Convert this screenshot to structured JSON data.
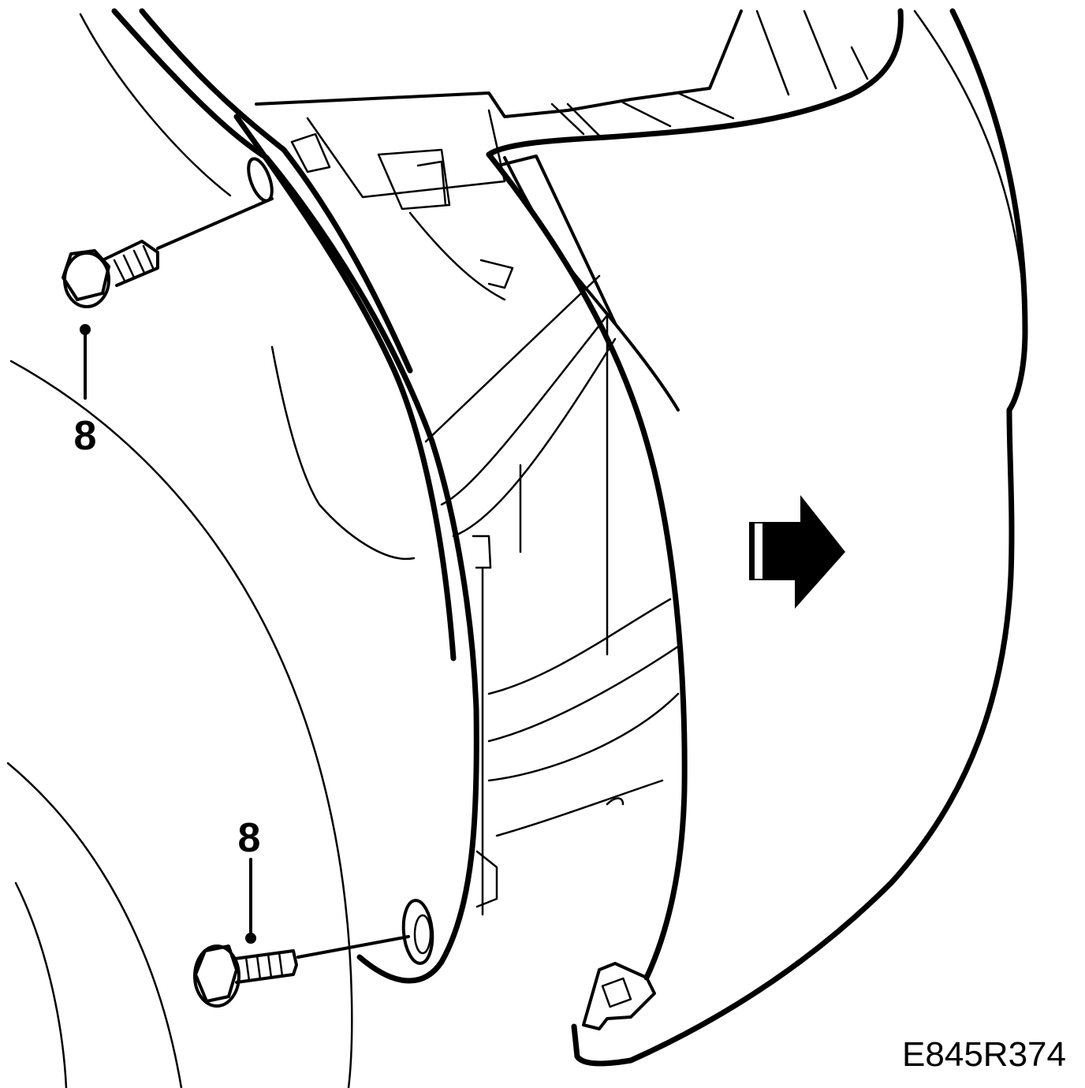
{
  "callouts": {
    "upper_bolt_label": "8",
    "lower_bolt_label": "8"
  },
  "drawing_code": "E845R374",
  "icons": {
    "direction_arrow": "arrow-right-icon",
    "bolt": "hex-flange-bolt-icon"
  },
  "colors": {
    "line": "#000000",
    "background": "#ffffff"
  }
}
